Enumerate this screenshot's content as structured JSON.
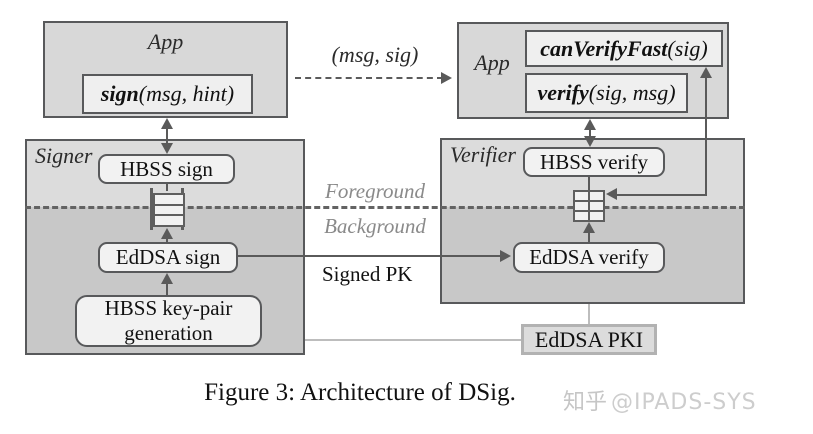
{
  "diagram": {
    "signer_app": {
      "title": "App",
      "sign_api": {
        "name": "sign",
        "args": "(msg, hint)"
      }
    },
    "verifier_app": {
      "title": "App",
      "canverifyfast_api": {
        "name": "canVerifyFast",
        "args": "(sig)"
      },
      "verify_api": {
        "name": "verify",
        "args": "(sig, msg)"
      }
    },
    "msg_sig_label": "(msg, sig)",
    "signer": {
      "title": "Signer",
      "hbss_sign": "HBSS sign",
      "eddsa_sign": "EdDSA sign",
      "keypair_line1": "HBSS key-pair",
      "keypair_line2": "generation"
    },
    "verifier": {
      "title": "Verifier",
      "hbss_verify": "HBSS verify",
      "eddsa_verify": "EdDSA verify"
    },
    "foreground_label": "Foreground",
    "background_label": "Background",
    "signed_pk_label": "Signed PK",
    "eddsa_pki_label": "EdDSA PKI",
    "icons": {
      "queue_icon": "signature-queue-icon",
      "grid_icon": "signature-cache-grid-icon"
    },
    "colors": {
      "box_fill_light": "#dcdcdc",
      "box_fill_dark": "#c8c8c8",
      "box_border": "#58595b",
      "inner_fill": "#efefef",
      "arrow": "#5a5a5a",
      "pki_line": "#bdbdbd",
      "muted_label": "#8a8a8a"
    }
  },
  "caption": {
    "text": "Figure 3: Architecture of DSig.",
    "watermark_cn": "知乎",
    "watermark_handle": "@IPADS-SYS"
  }
}
